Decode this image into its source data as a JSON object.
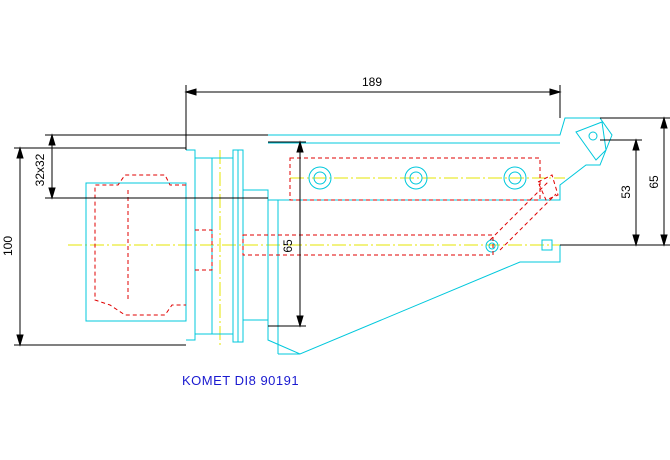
{
  "drawing": {
    "caption": "KOMET DI8 90191",
    "dimensions": {
      "overall_length": "189",
      "shank_square": "32x32",
      "total_height": "100",
      "inner_height_1": "53",
      "inner_height_2": "65",
      "bore_depth": "65"
    }
  },
  "colors": {
    "outline": "#00c8dc",
    "hidden": "#e00000",
    "dimension": "#000000",
    "centerline": "#e6e600",
    "caption": "#1a1ad0"
  }
}
